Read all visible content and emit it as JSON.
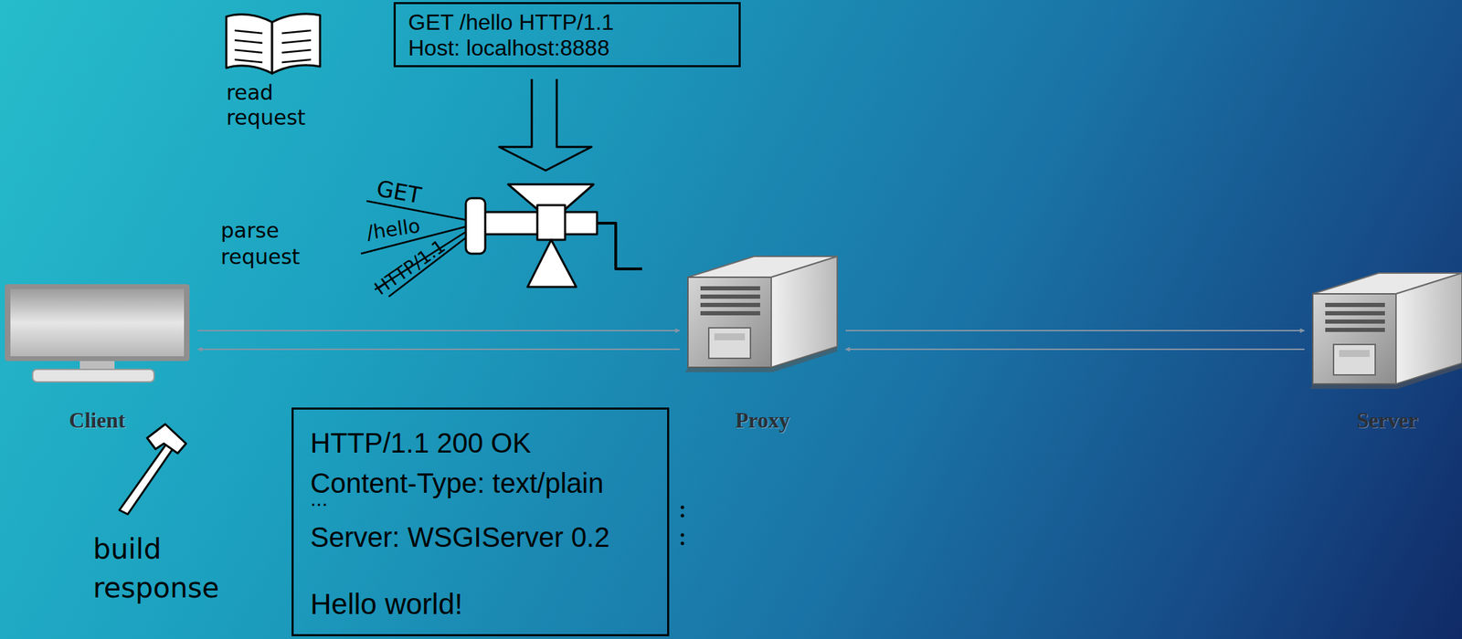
{
  "diagram": {
    "nodes": [
      {
        "text": [
          "GET /hello HTTP/1.1",
          "Host: localhost:8888"
        ]
      },
      {
        "text": [
          "Client"
        ]
      },
      {
        "text": [
          "Proxy"
        ]
      },
      {
        "text": [
          "Server"
        ]
      },
      {
        "text": [
          "HTTP/1.1 200 OK",
          "Content-Type: text/plain",
          "...",
          "Server: WSGIServer 0.2",
          "Hello world!"
        ]
      }
    ],
    "edges": [
      {
        "from": 1,
        "to": 2,
        "arrow": "to"
      },
      {
        "from": 2,
        "to": 1,
        "arrow": "to"
      },
      {
        "from": 2,
        "to": 3,
        "arrow": "to"
      },
      {
        "from": 3,
        "to": 2,
        "arrow": "to"
      }
    ],
    "labels": [
      "read request",
      "parse request",
      "GET",
      "/hello",
      "HTTP/1.1",
      "build response"
    ]
  }
}
